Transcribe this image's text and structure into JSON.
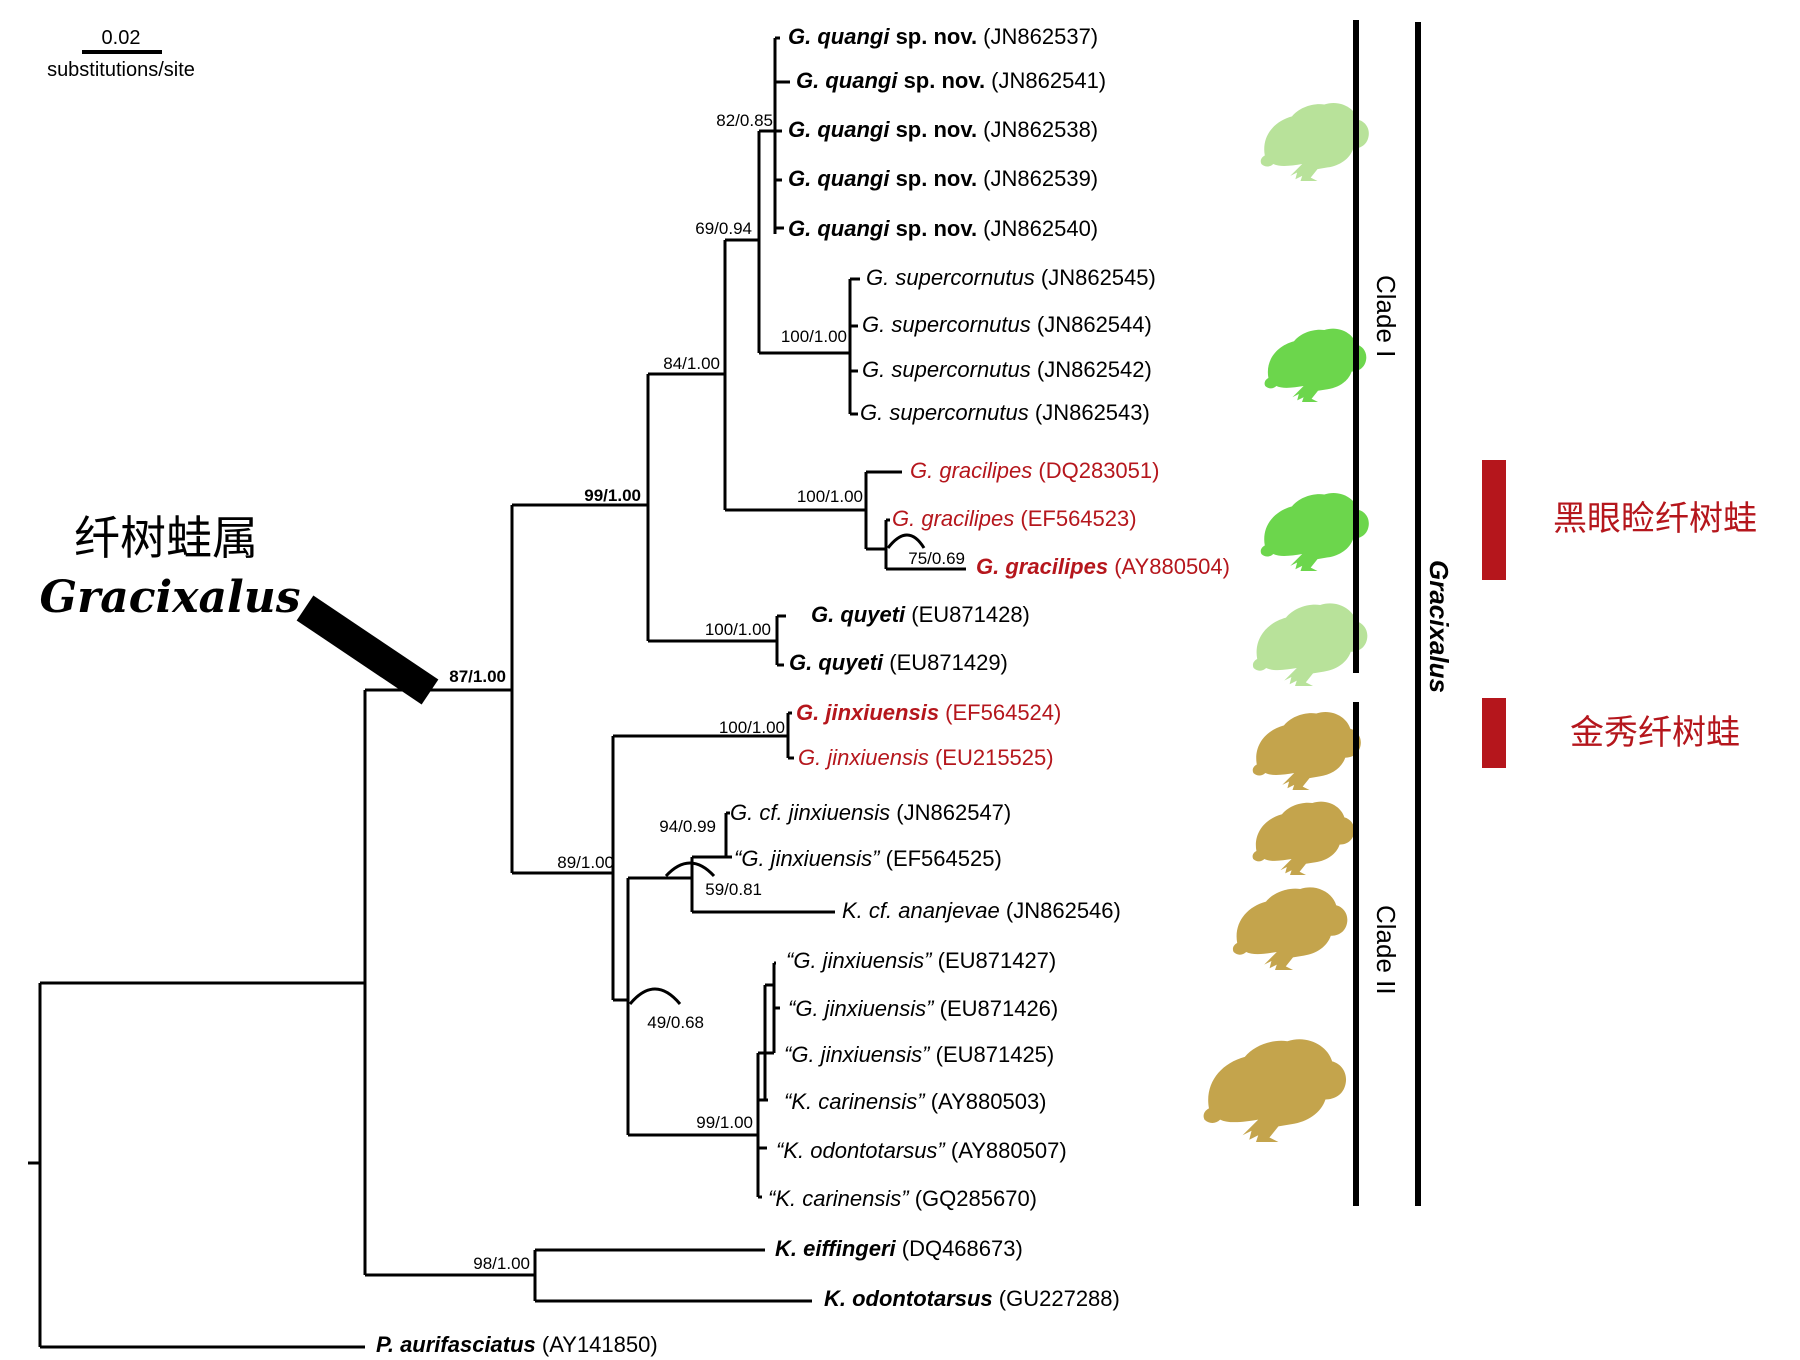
{
  "scale": {
    "value": "0.02",
    "unit": "substitutions/site"
  },
  "genus": {
    "chinese": "纤树蛙属",
    "latin": "Gracixalus"
  },
  "clades": {
    "clade1": "Clade I",
    "clade2": "Clade II",
    "genus_bar": "Gracixalus"
  },
  "chinese_labels": {
    "gracilipes": "黑眼睑纤树蛙",
    "jinxiuensis": "金秀纤树蛙"
  },
  "colors": {
    "highlight": "#b5161c",
    "frog_light": "#b8e29a",
    "frog_green": "#6cd64c",
    "frog_tan": "#c4a44c",
    "branch": "#000000"
  },
  "supports": {
    "quangi": "82/0.85",
    "quangi_super": "69/0.94",
    "supercornutus": "100/1.00",
    "clade1_inner": "84/1.00",
    "clade1": "99/1.00",
    "gracilipes": "100/1.00",
    "gracilipes_inner": "75/0.69",
    "quyeti": "100/1.00",
    "gracixalus": "87/1.00",
    "jinxiuensis": "100/1.00",
    "clade2": "89/1.00",
    "cf_jinx": "94/0.99",
    "ananjevae": "59/0.81",
    "clade2_inner": "49/0.68",
    "carinensis": "99/1.00",
    "outgroup_k": "98/1.00"
  },
  "taxa": [
    {
      "genus": "G.",
      "epithet": "quangi",
      "suffix": " sp. nov.",
      "accession": "(JN862537)",
      "bold": true,
      "red": false
    },
    {
      "genus": "G.",
      "epithet": "quangi",
      "suffix": " sp. nov.",
      "accession": "(JN862541)",
      "bold": true,
      "red": false
    },
    {
      "genus": "G.",
      "epithet": "quangi",
      "suffix": " sp. nov.",
      "accession": "(JN862538)",
      "bold": true,
      "red": false
    },
    {
      "genus": "G.",
      "epithet": "quangi",
      "suffix": " sp. nov.",
      "accession": "(JN862539)",
      "bold": true,
      "red": false
    },
    {
      "genus": "G.",
      "epithet": "quangi",
      "suffix": " sp. nov.",
      "accession": "(JN862540)",
      "bold": true,
      "red": false
    },
    {
      "genus": "G.",
      "epithet": "supercornutus",
      "suffix": "",
      "accession": "(JN862545)",
      "bold": false,
      "red": false
    },
    {
      "genus": "G.",
      "epithet": "supercornutus",
      "suffix": "",
      "accession": "(JN862544)",
      "bold": false,
      "red": false
    },
    {
      "genus": "G.",
      "epithet": "supercornutus",
      "suffix": "",
      "accession": "(JN862542)",
      "bold": false,
      "red": false
    },
    {
      "genus": "G.",
      "epithet": "supercornutus",
      "suffix": "",
      "accession": "(JN862543)",
      "bold": false,
      "red": false
    },
    {
      "genus": "G.",
      "epithet": "gracilipes",
      "suffix": "",
      "accession": "(DQ283051)",
      "bold": false,
      "red": true
    },
    {
      "genus": "G.",
      "epithet": "gracilipes",
      "suffix": "",
      "accession": "(EF564523)",
      "bold": false,
      "red": true
    },
    {
      "genus": "G.",
      "epithet": "gracilipes",
      "suffix": "",
      "accession": "(AY880504)",
      "bold": true,
      "red": true
    },
    {
      "genus": "G.",
      "epithet": "quyeti",
      "suffix": "",
      "accession": "(EU871428)",
      "bold": true,
      "red": false
    },
    {
      "genus": "G.",
      "epithet": "quyeti",
      "suffix": "",
      "accession": "(EU871429)",
      "bold": true,
      "red": false
    },
    {
      "genus": "G.",
      "epithet": "jinxiuensis",
      "suffix": "",
      "accession": "(EF564524)",
      "bold": true,
      "red": true
    },
    {
      "genus": "G.",
      "epithet": "jinxiuensis",
      "suffix": "",
      "accession": "(EU215525)",
      "bold": false,
      "red": true
    },
    {
      "genus": "G. cf.",
      "epithet": "jinxiuensis",
      "suffix": "",
      "accession": "(JN862547)",
      "bold": false,
      "red": false
    },
    {
      "genus": "“G.",
      "epithet": "jinxiuensis”",
      "suffix": "",
      "accession": "(EF564525)",
      "bold": false,
      "red": false
    },
    {
      "genus": "K. cf.",
      "epithet": "ananjevae",
      "suffix": "",
      "accession": "(JN862546)",
      "bold": false,
      "red": false
    },
    {
      "genus": "“G.",
      "epithet": "jinxiuensis”",
      "suffix": "",
      "accession": "(EU871427)",
      "bold": false,
      "red": false
    },
    {
      "genus": "“G.",
      "epithet": "jinxiuensis”",
      "suffix": "",
      "accession": "(EU871426)",
      "bold": false,
      "red": false
    },
    {
      "genus": "“G.",
      "epithet": "jinxiuensis”",
      "suffix": "",
      "accession": "(EU871425)",
      "bold": false,
      "red": false
    },
    {
      "genus": "“K.",
      "epithet": "carinensis”",
      "suffix": "",
      "accession": "(AY880503)",
      "bold": false,
      "red": false
    },
    {
      "genus": "“K.",
      "epithet": "odontotarsus”",
      "suffix": "",
      "accession": "(AY880507)",
      "bold": false,
      "red": false
    },
    {
      "genus": "“K.",
      "epithet": "carinensis”",
      "suffix": "",
      "accession": "(GQ285670)",
      "bold": false,
      "red": false
    },
    {
      "genus": "K.",
      "epithet": "eiffingeri",
      "suffix": "",
      "accession": "(DQ468673)",
      "bold": true,
      "red": false
    },
    {
      "genus": "K.",
      "epithet": "odontotarsus",
      "suffix": "",
      "accession": "(GU227288)",
      "bold": true,
      "red": false
    },
    {
      "genus": "P.",
      "epithet": "aurifasciatus",
      "suffix": "",
      "accession": "(AY141850)",
      "bold": true,
      "red": false
    }
  ]
}
